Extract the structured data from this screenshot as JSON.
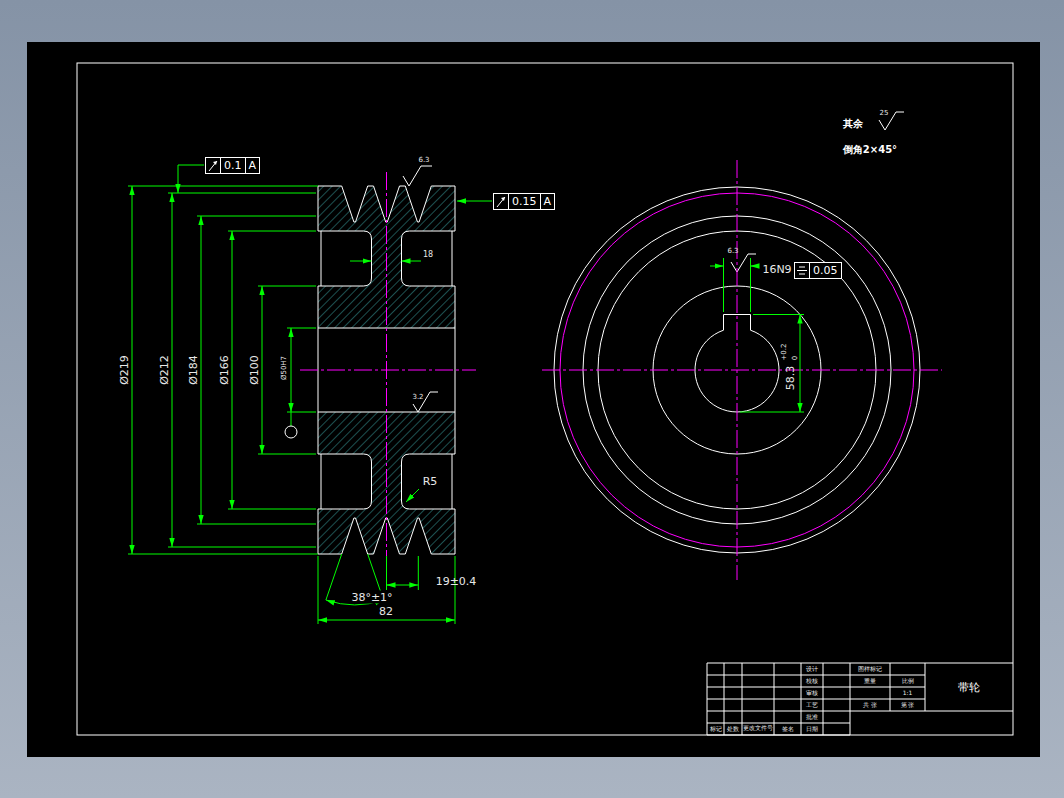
{
  "diagram": {
    "nodes": [
      {
        "text": [
          "0.1",
          "A"
        ]
      },
      {
        "text": [
          "0.15",
          "A"
        ]
      },
      {
        "text": [
          "0.05"
        ]
      }
    ],
    "labels": [
      "其余",
      "25",
      "倒角2×45°",
      "6.3",
      "Ø219",
      "Ø212",
      "Ø184",
      "Ø166",
      "Ø100",
      "Ø50H7",
      "18",
      "3.2",
      "R5",
      "38°±1°",
      "19±0.4",
      "82",
      "6.3",
      "16N9",
      "58.3",
      "+0.2",
      "0",
      "设计",
      "校核",
      "审核",
      "工艺",
      "批准",
      "日期",
      "标记",
      "处数",
      "更改文件号",
      "签名",
      "图样标记",
      "重量",
      "比例",
      "1:1",
      "共 张",
      "第 张",
      "带轮"
    ]
  }
}
